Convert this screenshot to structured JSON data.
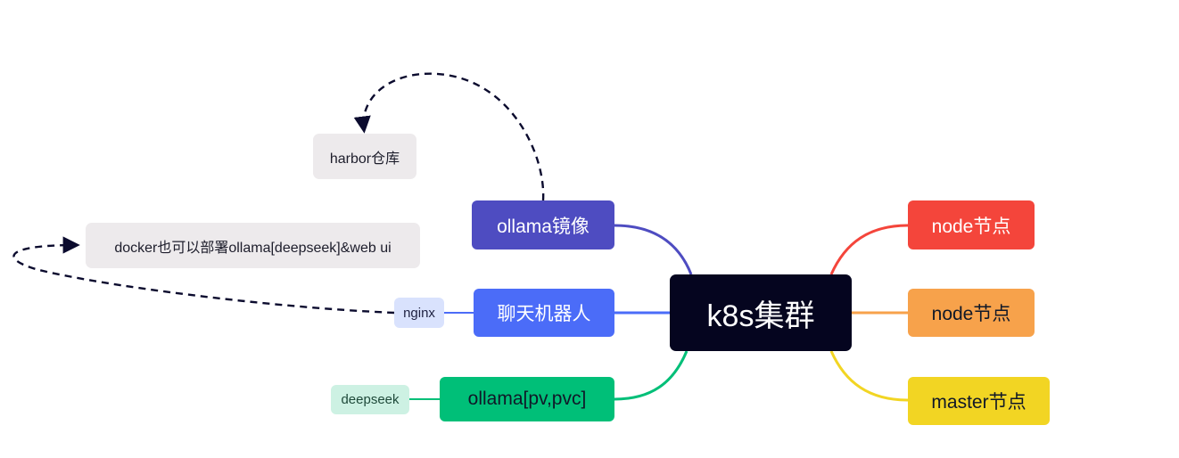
{
  "diagram": {
    "root": {
      "label": "k8s集群"
    },
    "left_branches": [
      {
        "label": "ollama镜像",
        "color": "#4e4cc1"
      },
      {
        "label": "聊天机器人",
        "color": "#4b6cf8"
      },
      {
        "label": "ollama[pv,pvc]",
        "color": "#00bf78"
      }
    ],
    "right_branches": [
      {
        "label": "node节点",
        "color": "#f4453b"
      },
      {
        "label": "node节点",
        "color": "#f7a24b"
      },
      {
        "label": "master节点",
        "color": "#f2d523"
      }
    ],
    "leaves": {
      "harbor": "harbor仓库",
      "docker": "docker也可以部署ollama[deepseek]&web ui",
      "nginx": "nginx",
      "deepseek": "deepseek"
    },
    "connector_color": "#0b0b2e"
  }
}
